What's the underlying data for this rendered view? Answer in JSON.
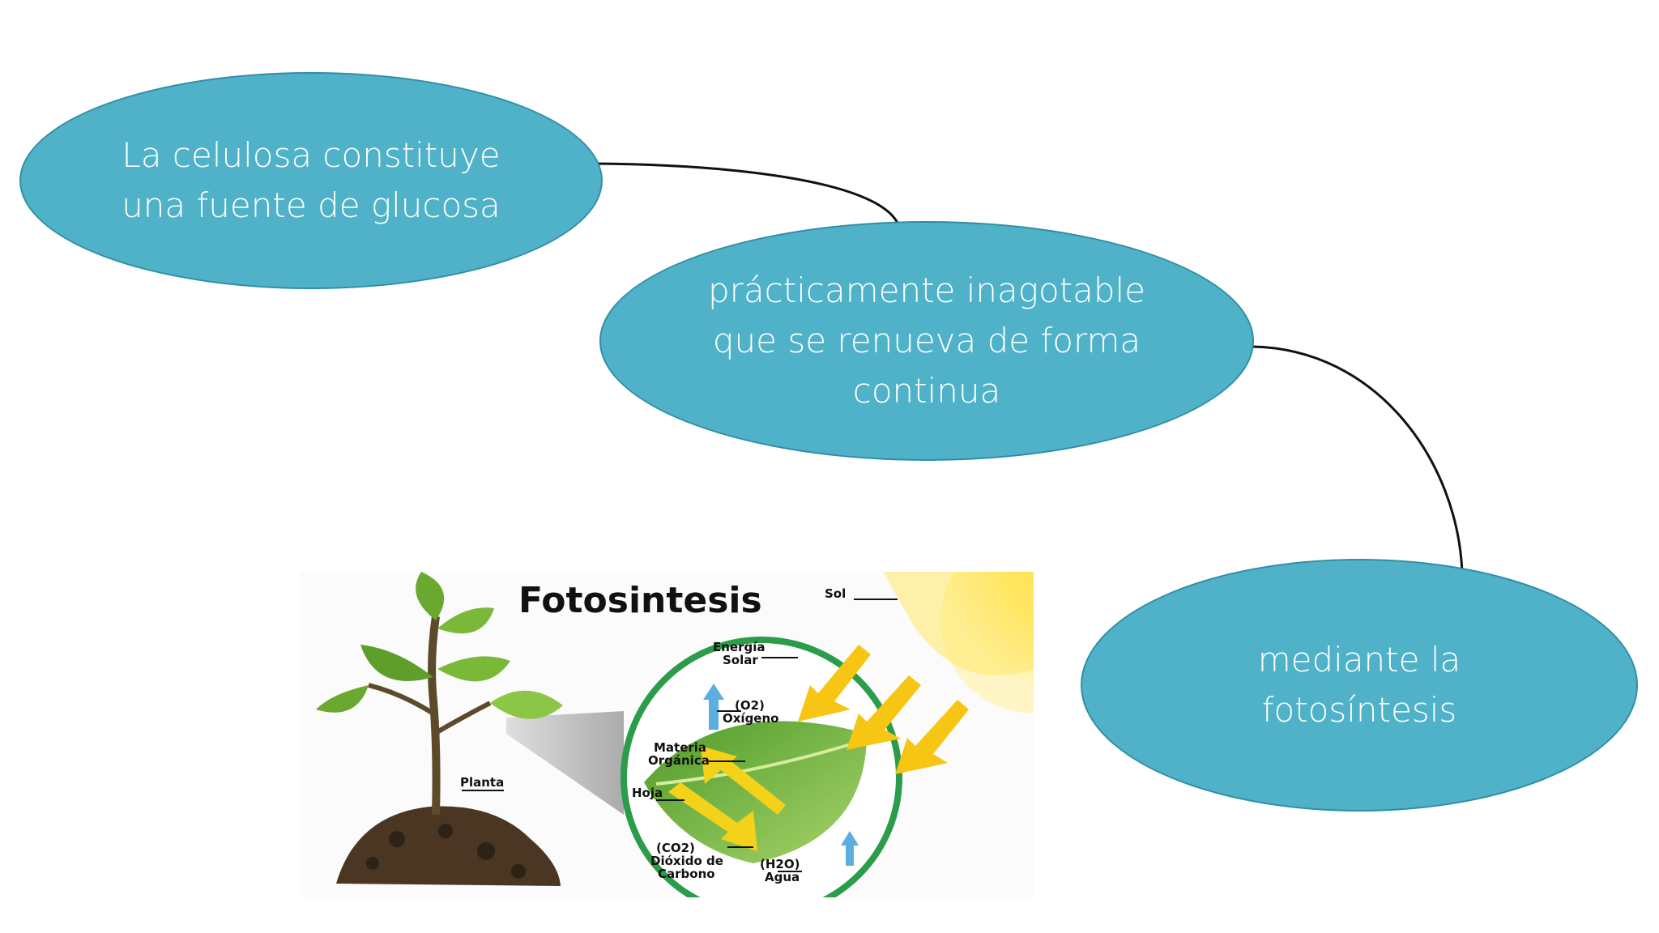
{
  "nodes": [
    {
      "id": "node-1",
      "text": "La celulosa constituye una fuente de glucosa"
    },
    {
      "id": "node-2",
      "text": "prácticamente inagotable que se renueva de forma continua"
    },
    {
      "id": "node-3",
      "text": "mediante la fotosíntesis"
    }
  ],
  "illustration": {
    "title": "Fotosintesis",
    "labels": {
      "sol": "Sol",
      "energia_1": "Energía",
      "energia_2": "Solar",
      "o2_1": "(O2)",
      "o2_2": "Oxígeno",
      "materia_1": "Materia",
      "materia_2": "Orgánica",
      "hoja": "Hoja",
      "planta": "Planta",
      "co2_1": "(CO2)",
      "co2_2": "Dióxido de",
      "co2_3": "Carbono",
      "h2o_1": "(H2O)",
      "h2o_2": "Agua"
    }
  },
  "colors": {
    "node_fill": "#4fb2c8",
    "node_border": "#2f8ea4",
    "node_text": "#ffffff",
    "connector": "#111111"
  }
}
